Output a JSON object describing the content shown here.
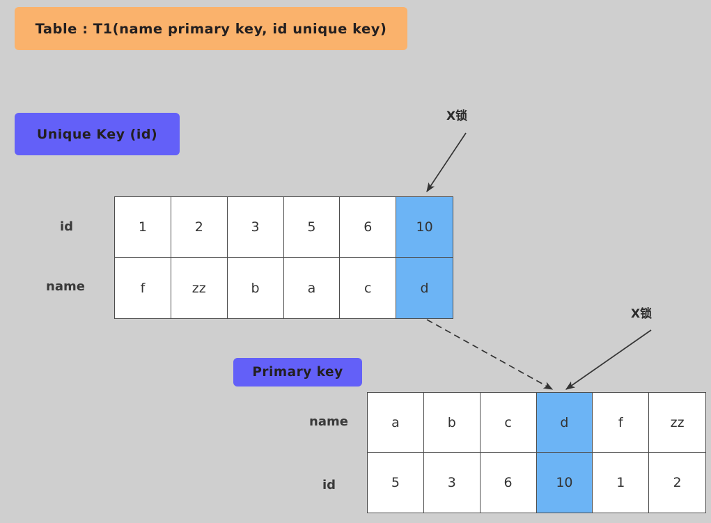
{
  "title": {
    "label": "Table : T1(name  primary  key, id  unique  key)",
    "color": "#fab26c"
  },
  "legend": {
    "unique_key": {
      "label": "Unique  Key  (id)",
      "color": "#6360f8"
    },
    "primary_key": {
      "label": "Primary key",
      "color": "#6360f8"
    }
  },
  "annotations": {
    "lock_upper": "X锁",
    "lock_lower": "X锁"
  },
  "colors": {
    "background": "#cfcfcf",
    "locked_cell": "#6cb4f5",
    "cell": "#ffffff",
    "border": "#4d4d4d",
    "arrow": "#333333"
  },
  "unique_index": {
    "caption": "Unique Key (id)",
    "row_labels": [
      "id",
      "name"
    ],
    "rows": [
      [
        "1",
        "2",
        "3",
        "5",
        "6",
        "10"
      ],
      [
        "f",
        "zz",
        "b",
        "a",
        "c",
        "d"
      ]
    ],
    "locked_column_index": 5
  },
  "primary_index": {
    "caption": "Primary key",
    "row_labels": [
      "name",
      "id"
    ],
    "rows": [
      [
        "a",
        "b",
        "c",
        "d",
        "f",
        "zz"
      ],
      [
        "5",
        "3",
        "6",
        "10",
        "1",
        "2"
      ]
    ],
    "locked_column_index": 3
  }
}
